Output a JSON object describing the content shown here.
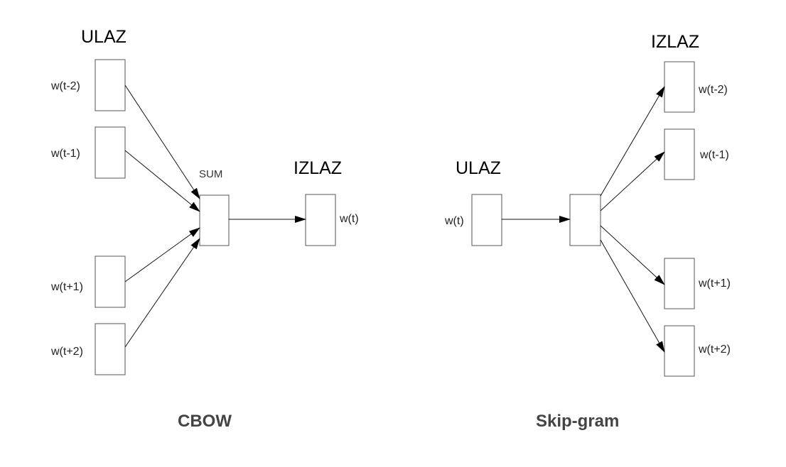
{
  "cbow": {
    "input_heading": "ULAZ",
    "output_heading": "IZLAZ",
    "sum_label": "SUM",
    "model_name": "CBOW",
    "inputs": [
      "w(t-2)",
      "w(t-1)",
      "w(t+1)",
      "w(t+2)"
    ],
    "output": "w(t)"
  },
  "skipgram": {
    "input_heading": "ULAZ",
    "output_heading": "IZLAZ",
    "model_name": "Skip-gram",
    "input": "w(t)",
    "outputs": [
      "w(t-2)",
      "w(t-1)",
      "w(t+1)",
      "w(t+2)"
    ]
  }
}
